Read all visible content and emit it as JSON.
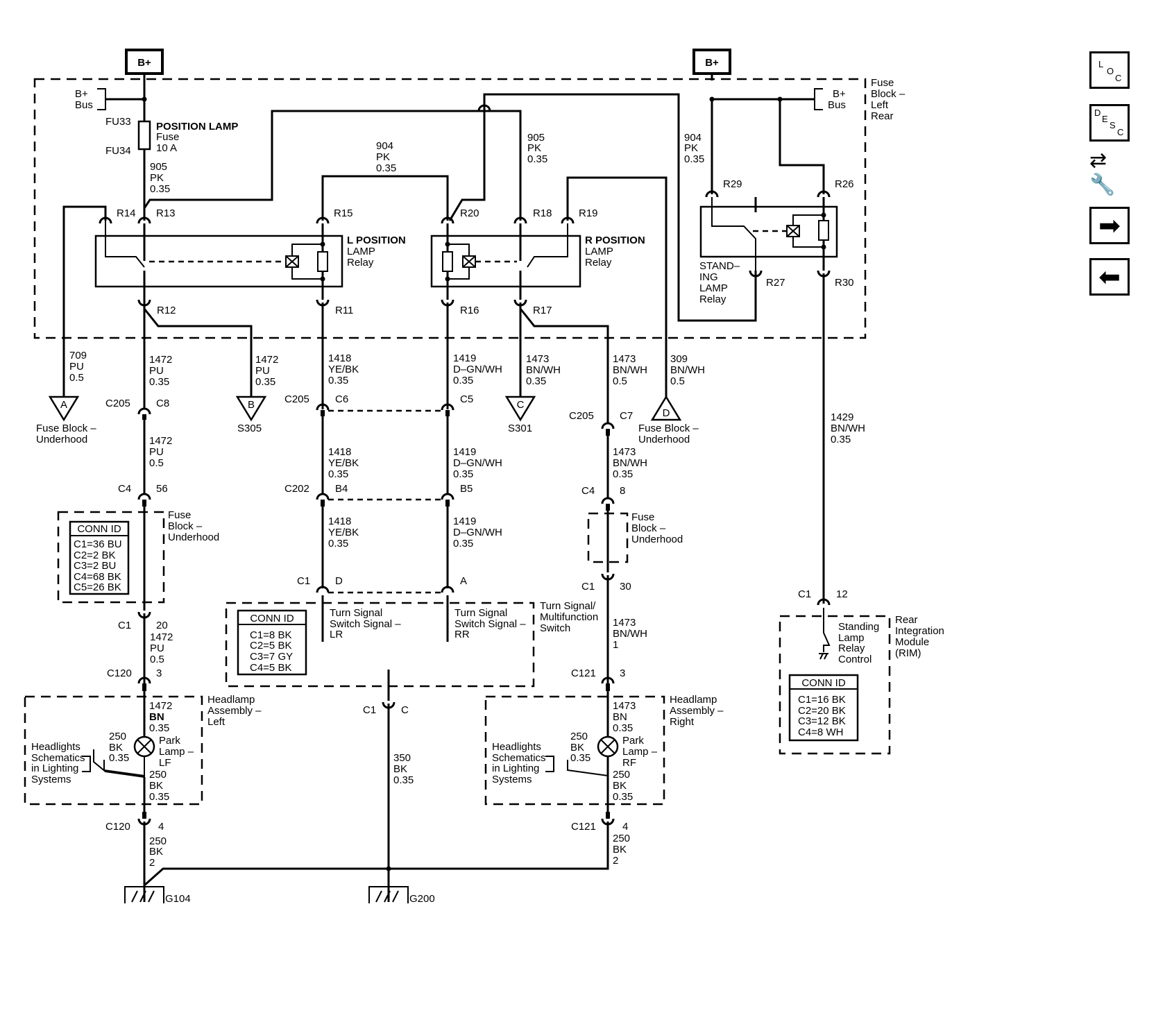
{
  "power": {
    "left": "B+",
    "right": "B+"
  },
  "bus": {
    "left": [
      "B+",
      "Bus"
    ],
    "right": [
      "B+",
      "Bus"
    ]
  },
  "fuse_block_left_rear": [
    "Fuse",
    "Block –",
    "Left",
    "Rear"
  ],
  "fuse": {
    "top": "FU33",
    "bottom": "FU34",
    "title": "POSITION LAMP",
    "sub": "Fuse",
    "rating": "10 A"
  },
  "wires": {
    "w905a": [
      "905",
      "PK",
      "0.35"
    ],
    "w904mid": [
      "904",
      "PK",
      "0.35"
    ],
    "w905b": [
      "905",
      "PK",
      "0.35"
    ],
    "w904r": [
      "904",
      "PK",
      "0.35"
    ],
    "w709": [
      "709",
      "PU",
      "0.5"
    ],
    "w1472a": [
      "1472",
      "PU",
      "0.35"
    ],
    "w1472b": [
      "1472",
      "PU",
      "0.35"
    ],
    "w1418a": [
      "1418",
      "YE/BK",
      "0.35"
    ],
    "w1419a": [
      "1419",
      "D–GN/WH",
      "0.35"
    ],
    "w1473a": [
      "1473",
      "BN/WH",
      "0.35"
    ],
    "w1473b": [
      "1473",
      "BN/WH",
      "0.5"
    ],
    "w309": [
      "309",
      "BN/WH",
      "0.5"
    ],
    "w1429": [
      "1429",
      "BN/WH",
      "0.35"
    ],
    "w1472c": [
      "1472",
      "PU",
      "0.5"
    ],
    "w1418b": [
      "1418",
      "YE/BK",
      "0.35"
    ],
    "w1419b": [
      "1419",
      "D–GN/WH",
      "0.35"
    ],
    "w1473c": [
      "1473",
      "BN/WH",
      "0.35"
    ],
    "w1418c": [
      "1418",
      "YE/BK",
      "0.35"
    ],
    "w1419c": [
      "1419",
      "D–GN/WH",
      "0.35"
    ],
    "w1472d": [
      "1472",
      "PU",
      "0.5"
    ],
    "w1473d": [
      "1473",
      "BN/WH",
      "1"
    ],
    "w1472e": [
      "1472",
      "BN",
      "0.35"
    ],
    "w250a": [
      "250",
      "BK",
      "0.35"
    ],
    "w250b": [
      "250",
      "BK",
      "0.35"
    ],
    "w1473e": [
      "1473",
      "BN",
      "0.35"
    ],
    "w250c": [
      "250",
      "BK",
      "0.35"
    ],
    "w250d": [
      "250",
      "BK",
      "0.35"
    ],
    "w350": [
      "350",
      "BK",
      "0.35"
    ],
    "w250e": [
      "250",
      "BK",
      "2"
    ],
    "w250f": [
      "250",
      "BK",
      "2"
    ]
  },
  "terminals": {
    "R14": "R14",
    "R13": "R13",
    "R15": "R15",
    "R20": "R20",
    "R18": "R18",
    "R19": "R19",
    "R29": "R29",
    "R26": "R26",
    "R12": "R12",
    "R11": "R11",
    "R16": "R16",
    "R17": "R17",
    "R27": "R27",
    "R30": "R30"
  },
  "relays": {
    "left": [
      "L POSITION",
      "LAMP",
      "Relay"
    ],
    "right": [
      "R POSITION",
      "LAMP",
      "Relay"
    ],
    "standing": [
      "STAND–",
      "ING",
      "LAMP",
      "Relay"
    ]
  },
  "offpage": {
    "A": {
      "letter": "A",
      "label": [
        "Fuse Block –",
        "Underhood"
      ]
    },
    "B": {
      "letter": "B",
      "label": [
        "S305"
      ]
    },
    "C": {
      "letter": "C",
      "label": [
        "S301"
      ]
    },
    "D": {
      "letter": "D",
      "label": [
        "Fuse Block –",
        "Underhood"
      ]
    }
  },
  "connectors": {
    "c205a": {
      "name": "C205",
      "pin": "C8"
    },
    "c205b": {
      "name": "C205",
      "pin": "C6"
    },
    "c205c": {
      "pin": "C5"
    },
    "c205d": {
      "name": "C205",
      "pin": "C7"
    },
    "c4a": {
      "name": "C4",
      "pin": "56"
    },
    "c202a": {
      "name": "C202",
      "pin": "B4"
    },
    "c202b": {
      "pin": "B5"
    },
    "c4b": {
      "name": "C4",
      "pin": "8"
    },
    "c1a": {
      "name": "C1",
      "pin": "20"
    },
    "c1b": {
      "name": "C1",
      "pin": "D"
    },
    "c1c": {
      "pin": "A"
    },
    "c1d": {
      "name": "C1",
      "pin": "30"
    },
    "c1e": {
      "name": "C1",
      "pin": "12"
    },
    "c120a": {
      "name": "C120",
      "pin": "3"
    },
    "c121a": {
      "name": "C121",
      "pin": "3"
    },
    "c1f": {
      "name": "C1",
      "pin": "C"
    },
    "c120b": {
      "name": "C120",
      "pin": "4"
    },
    "c121b": {
      "name": "C121",
      "pin": "4"
    }
  },
  "fbu_left": {
    "label": [
      "Fuse",
      "Block –",
      "Underhood"
    ],
    "conn_title": "CONN ID",
    "conn": [
      "C1=36 BU",
      "C2=2 BK",
      "C3=2 BU",
      "C4=68 BK",
      "C5=26 BK"
    ]
  },
  "fbu_right": {
    "label": [
      "Fuse",
      "Block –",
      "Underhood"
    ]
  },
  "turn_switch": {
    "label": [
      "Turn Signal/",
      "Multifunction",
      "Switch"
    ],
    "conn_title": "CONN ID",
    "conn": [
      "C1=8 BK",
      "C2=5 BK",
      "C3=7 GY",
      "C4=5 BK"
    ],
    "sig_lr": [
      "Turn Signal",
      "Switch Signal –",
      "LR"
    ],
    "sig_rr": [
      "Turn Signal",
      "Switch Signal –",
      "RR"
    ]
  },
  "rim": {
    "label": [
      "Rear",
      "Integration",
      "Module",
      "(RIM)"
    ],
    "control": [
      "Standing",
      "Lamp",
      "Relay",
      "Control"
    ],
    "conn_title": "CONN ID",
    "conn": [
      "C1=16 BK",
      "C2=20 BK",
      "C3=12 BK",
      "C4=8 WH"
    ]
  },
  "headlamp_left": {
    "label": [
      "Headlamp",
      "Assembly –",
      "Left"
    ],
    "lamp": [
      "Park",
      "Lamp –",
      "LF"
    ],
    "ref": [
      "Headlights",
      "Schematics",
      "in Lighting",
      "Systems"
    ]
  },
  "headlamp_right": {
    "label": [
      "Headlamp",
      "Assembly –",
      "Right"
    ],
    "lamp": [
      "Park",
      "Lamp –",
      "RF"
    ],
    "ref": [
      "Headlights",
      "Schematics",
      "in Lighting",
      "Systems"
    ]
  },
  "grounds": {
    "g104": "G104",
    "g200": "G200"
  },
  "nav": {
    "loc": [
      "L",
      "O",
      "C"
    ],
    "desc": [
      "D",
      "E",
      "S",
      "C"
    ],
    "wrench_icon": "wrench-icon",
    "next_icon": "right-arrow-icon",
    "prev_icon": "left-arrow-icon"
  }
}
